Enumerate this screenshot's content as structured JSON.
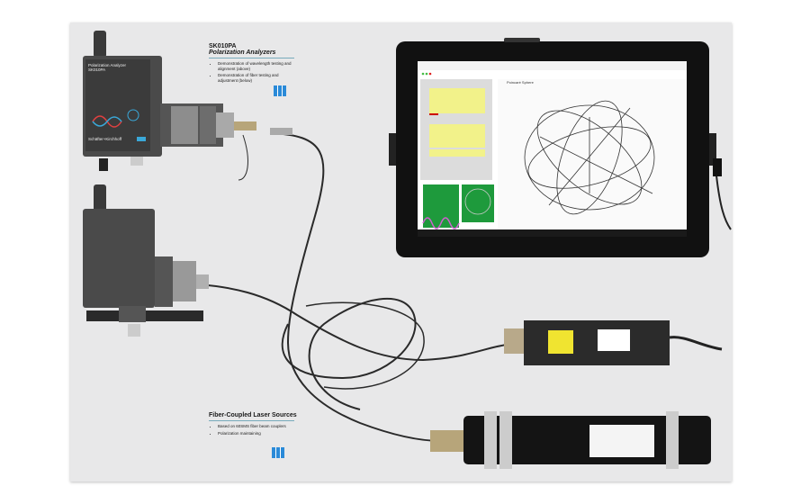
{
  "panel_top": {
    "model": "SK010PA",
    "title": "Polarization Analyzers",
    "bullets": [
      "Demonstration of wavelength testing and alignment (above)",
      "Demonstration of fiber testing and adjustment (below)"
    ]
  },
  "panel_bottom": {
    "title": "Fiber-Coupled Laser Sources",
    "bullets": [
      "Based on 60SMS fiber beam couplers",
      "Polarization maintaining"
    ]
  },
  "analyzer_device": {
    "title": "Polarization Analyzer",
    "model": "SK010PA",
    "brand": "Schäfter+Kirchhoff"
  },
  "tablet_screen": {
    "window_title": "Poincaré Sphere",
    "colors": {
      "sphere": "#333333",
      "panel": "#f2f28a",
      "scope": "#1e9a3c"
    }
  }
}
